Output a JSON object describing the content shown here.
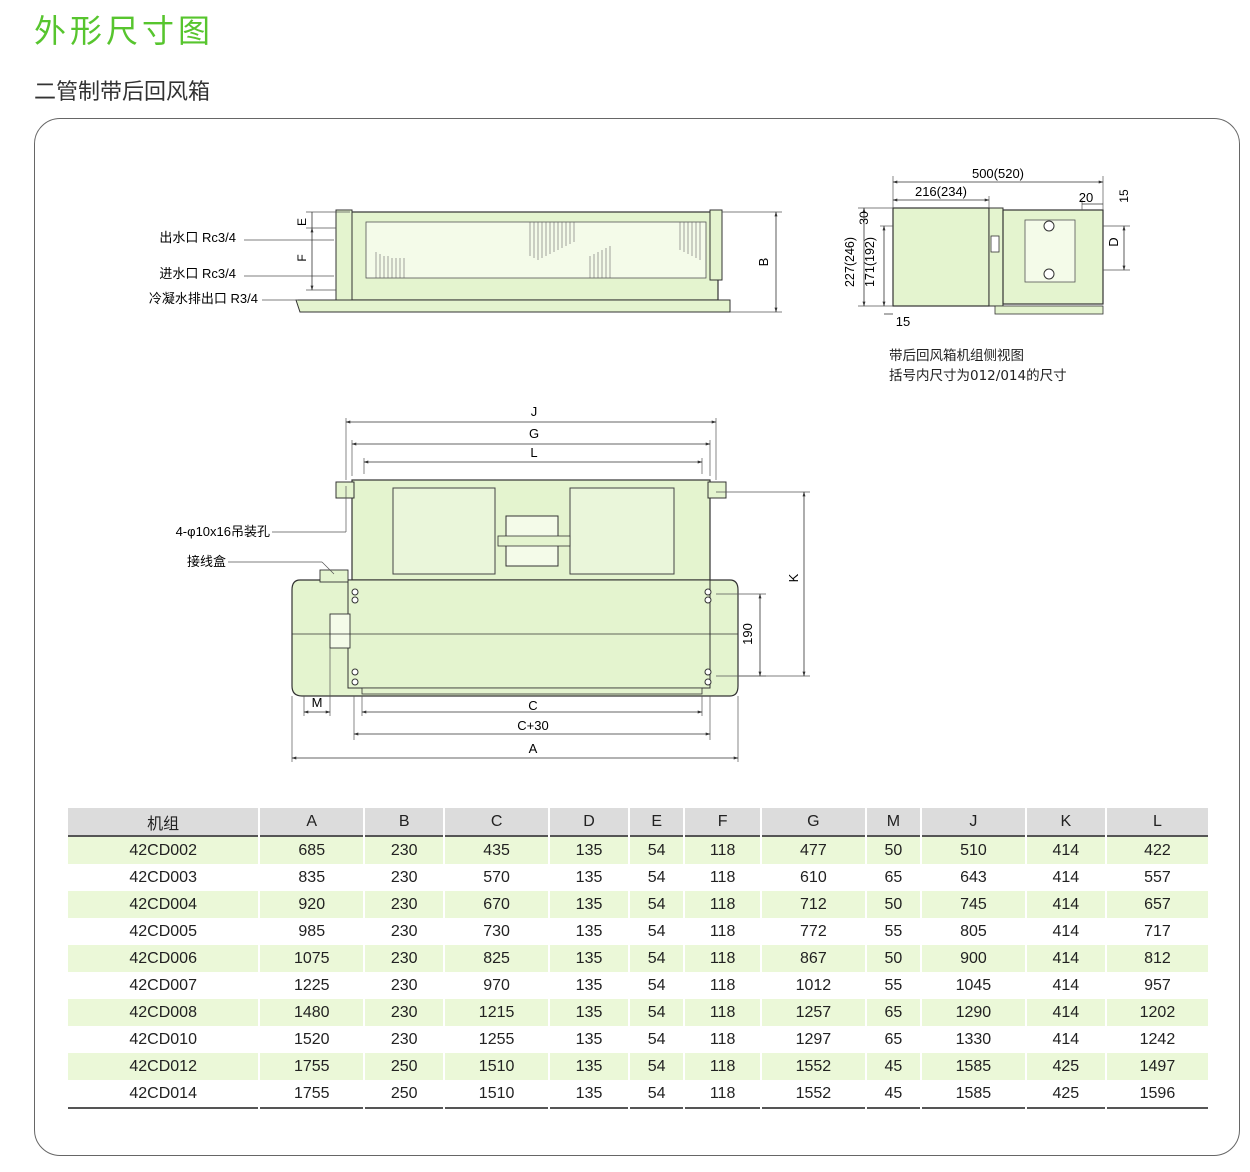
{
  "page": {
    "title": "外形尺寸图",
    "subtitle": "二管制带后回风箱"
  },
  "callouts": {
    "water_outlet": "出水口 Rc3/4",
    "water_inlet": "进水口 Rc3/4",
    "drain": "冷凝水排出口 R3/4",
    "hanging_holes": "4-φ10x16吊装孔",
    "junction_box": "接线盒"
  },
  "side_view": {
    "note_line1": "带后回风箱机组侧视图",
    "note_line2": "括号内尺寸为012/014的尺寸",
    "dim_total": "500(520)",
    "dim_left": "216(234)",
    "dim_20": "20",
    "dim_15_top": "15",
    "dim_D": "D",
    "dim_30": "30",
    "dim_227": "227(246)",
    "dim_171": "171(192)",
    "dim_15_bottom": "15"
  },
  "front_view": {
    "dim_E": "E",
    "dim_F": "F",
    "dim_B": "B"
  },
  "top_view": {
    "dim_J": "J",
    "dim_G": "G",
    "dim_L": "L",
    "dim_K": "K",
    "dim_190": "190",
    "dim_M": "M",
    "dim_C": "C",
    "dim_C30": "C+30",
    "dim_A": "A"
  },
  "table": {
    "headers": [
      "机组",
      "A",
      "B",
      "C",
      "D",
      "E",
      "F",
      "G",
      "M",
      "J",
      "K",
      "L"
    ],
    "rows": [
      [
        "42CD002",
        "685",
        "230",
        "435",
        "135",
        "54",
        "118",
        "477",
        "50",
        "510",
        "414",
        "422"
      ],
      [
        "42CD003",
        "835",
        "230",
        "570",
        "135",
        "54",
        "118",
        "610",
        "65",
        "643",
        "414",
        "557"
      ],
      [
        "42CD004",
        "920",
        "230",
        "670",
        "135",
        "54",
        "118",
        "712",
        "50",
        "745",
        "414",
        "657"
      ],
      [
        "42CD005",
        "985",
        "230",
        "730",
        "135",
        "54",
        "118",
        "772",
        "55",
        "805",
        "414",
        "717"
      ],
      [
        "42CD006",
        "1075",
        "230",
        "825",
        "135",
        "54",
        "118",
        "867",
        "50",
        "900",
        "414",
        "812"
      ],
      [
        "42CD007",
        "1225",
        "230",
        "970",
        "135",
        "54",
        "118",
        "1012",
        "55",
        "1045",
        "414",
        "957"
      ],
      [
        "42CD008",
        "1480",
        "230",
        "1215",
        "135",
        "54",
        "118",
        "1257",
        "65",
        "1290",
        "414",
        "1202"
      ],
      [
        "42CD010",
        "1520",
        "230",
        "1255",
        "135",
        "54",
        "118",
        "1297",
        "65",
        "1330",
        "414",
        "1242"
      ],
      [
        "42CD012",
        "1755",
        "250",
        "1510",
        "135",
        "54",
        "118",
        "1552",
        "45",
        "1585",
        "425",
        "1497"
      ],
      [
        "42CD014",
        "1755",
        "250",
        "1510",
        "135",
        "54",
        "118",
        "1552",
        "45",
        "1585",
        "425",
        "1596"
      ]
    ]
  },
  "colors": {
    "title_green": "#57c52e",
    "unit_fill": "#e4f4cf",
    "row_highlight": "#ebf8d8",
    "header_gray": "#dcdcdc"
  }
}
